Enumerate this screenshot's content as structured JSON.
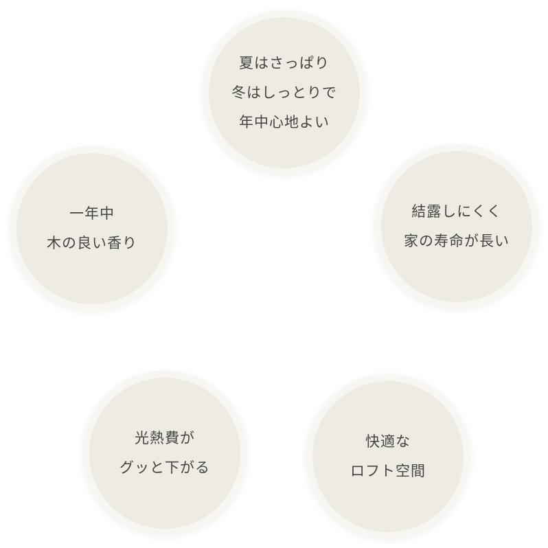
{
  "features": [
    {
      "lines": [
        "夏はさっぱり",
        "冬はしっとりで",
        "年中心地よい"
      ]
    },
    {
      "lines": [
        "一年中",
        "木の良い香り"
      ]
    },
    {
      "lines": [
        "結露しにくく",
        "家の寿命が長い"
      ]
    },
    {
      "lines": [
        "光熱費が",
        "グッと下がる"
      ]
    },
    {
      "lines": [
        "快適な",
        "ロフト空間"
      ]
    }
  ]
}
